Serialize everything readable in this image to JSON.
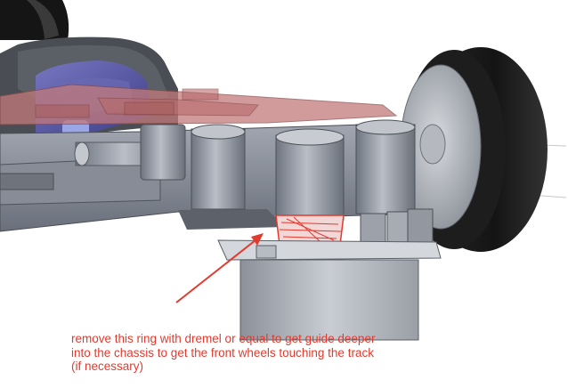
{
  "annotation": {
    "lines": [
      "remove this ring with dremel or equal to get guide deeper",
      "into the chassis to get the front wheels touching the track",
      "(if necessary)"
    ]
  },
  "colors": {
    "annotation": "#e23a2e",
    "highlight_plate": "#c47a7a",
    "motor_blue": "#5a5aa8",
    "chassis_gray": "#7f8590",
    "tire_black": "#1c1c1c"
  }
}
